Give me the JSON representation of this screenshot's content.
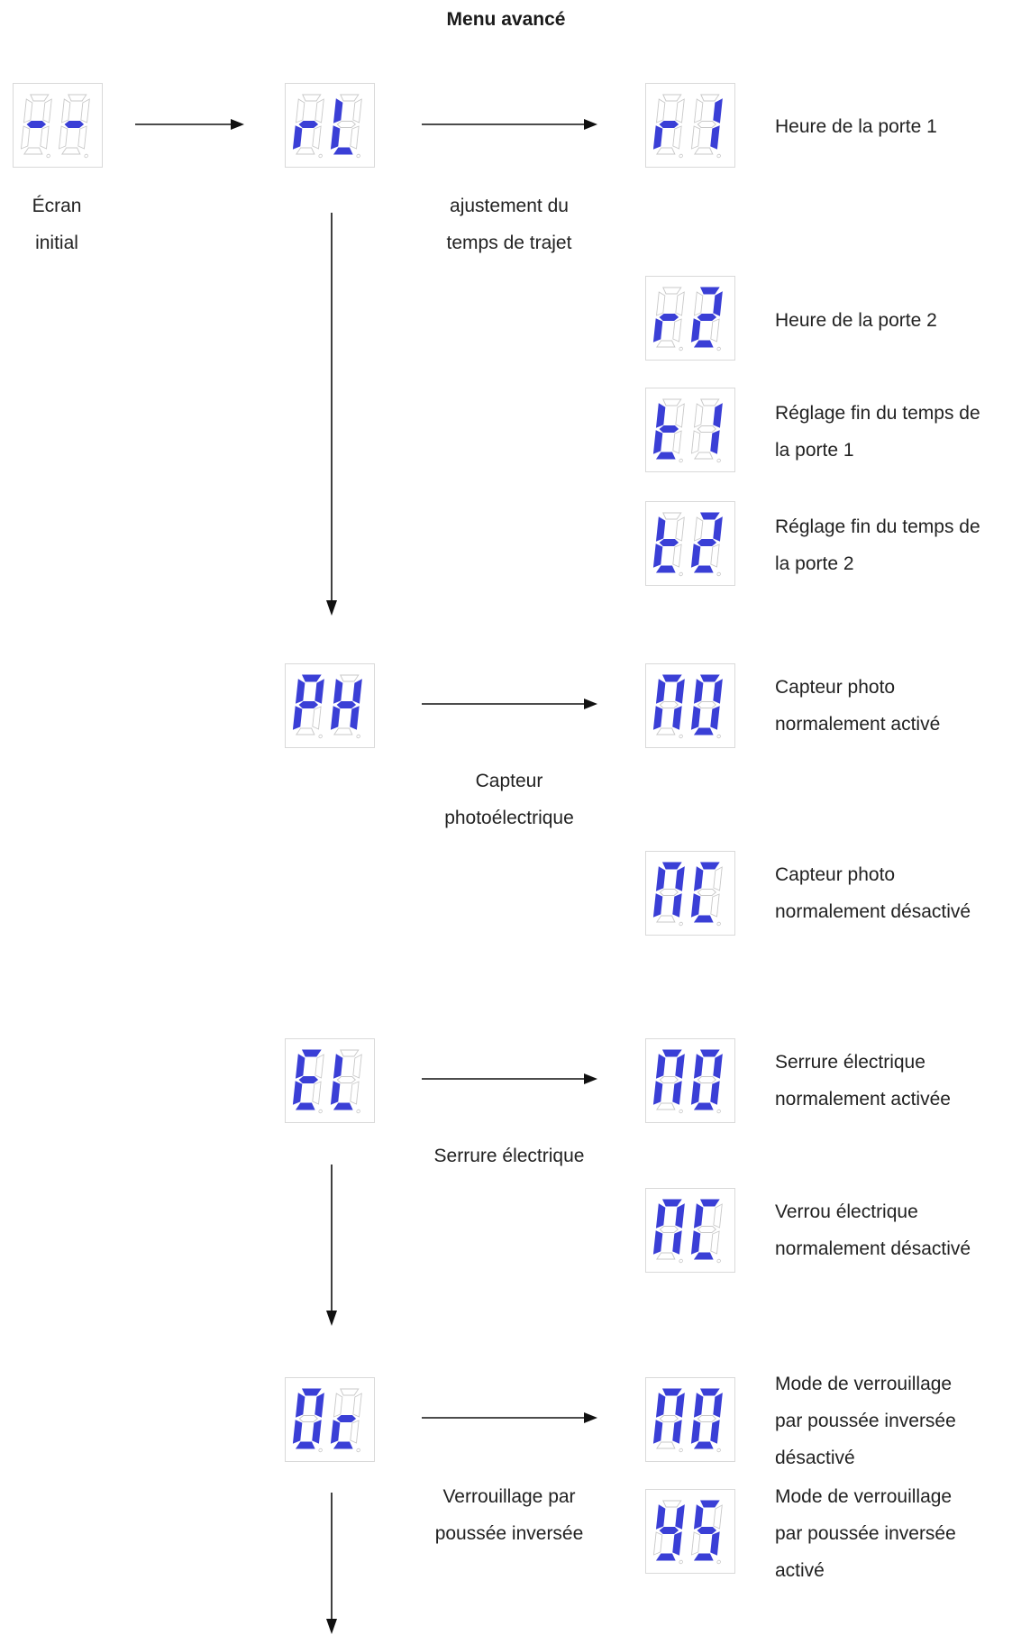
{
  "title": "Menu avancé",
  "colors": {
    "segment_on": "#3a3fd6",
    "segment_off": "#c8c8c8",
    "arrow": "#111111"
  },
  "displays": [
    {
      "id": "initial",
      "code": "--"
    },
    {
      "id": "travel",
      "code": "rL"
    },
    {
      "id": "r1",
      "code": "r1"
    },
    {
      "id": "r2",
      "code": "r2"
    },
    {
      "id": "t1",
      "code": "t1"
    },
    {
      "id": "t2",
      "code": "t2"
    },
    {
      "id": "ph",
      "code": "PH"
    },
    {
      "id": "ph_no",
      "code": "nO"
    },
    {
      "id": "ph_nc",
      "code": "nC"
    },
    {
      "id": "el",
      "code": "EL"
    },
    {
      "id": "el_no",
      "code": "nO"
    },
    {
      "id": "el_nc",
      "code": "nC"
    },
    {
      "id": "oc",
      "code": "Oc"
    },
    {
      "id": "oc_no",
      "code": "nO"
    },
    {
      "id": "oc_ys",
      "code": "YS"
    }
  ],
  "labels": {
    "initial": [
      "Écran",
      "initial"
    ],
    "travel": [
      "ajustement du",
      "temps de trajet"
    ],
    "r1": [
      "Heure de la porte 1"
    ],
    "r2": [
      "Heure de la porte 2"
    ],
    "t1": [
      "Réglage fin du temps de",
      "la porte 1"
    ],
    "t2": [
      "Réglage fin du temps de",
      "la porte 2"
    ],
    "ph": [
      "Capteur",
      "photoélectrique"
    ],
    "ph_no": [
      "Capteur photo",
      "normalement activé"
    ],
    "ph_nc": [
      "Capteur photo",
      "normalement désactivé"
    ],
    "el": [
      "Serrure électrique"
    ],
    "el_no": [
      "Serrure électrique",
      "normalement activée"
    ],
    "el_nc": [
      "Verrou électrique",
      "normalement désactivé"
    ],
    "oc": [
      "Verrouillage par",
      "poussée inversée"
    ],
    "oc_no": [
      "Mode de verrouillage",
      "par poussée inversée",
      "désactivé"
    ],
    "oc_ys": [
      "Mode de verrouillage",
      "par poussée inversée",
      "activé"
    ]
  }
}
